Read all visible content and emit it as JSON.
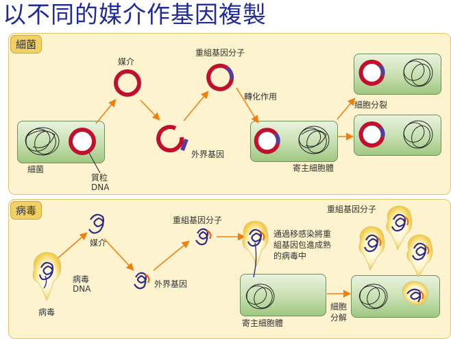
{
  "title": "以不同的媒介作基因複製",
  "bacteria": {
    "panel_label": "細菌",
    "bacterium": "細菌",
    "plasmid": "質粒",
    "plasmid_dna": "DNA",
    "vector": "媒介",
    "foreign_gene": "外界基因",
    "recombinant": "重組基因分子",
    "transformation": "轉化作用",
    "host_cell": "寄主細胞體",
    "cell_division": "細胞分裂"
  },
  "virus": {
    "panel_label": "病毒",
    "virus": "病毒",
    "virus_dna_1": "病毒",
    "virus_dna_2": "DNA",
    "vector": "媒介",
    "foreign_gene": "外界基因",
    "recombinant": "重組基因分子",
    "infection_1": "通過移感染將重",
    "infection_2": "組基因包進成熟",
    "infection_3": "的病毒中",
    "host_cell": "寄主細胞體",
    "lysis_1": "細胞",
    "lysis_2": "分解",
    "recombinant_top": "重組基因分子"
  },
  "colors": {
    "plasmid_red": "#c0102e",
    "gene_purple": "#5b3a9a",
    "arrow_orange": "#f07f12",
    "title_blue": "#1f2a9c"
  }
}
